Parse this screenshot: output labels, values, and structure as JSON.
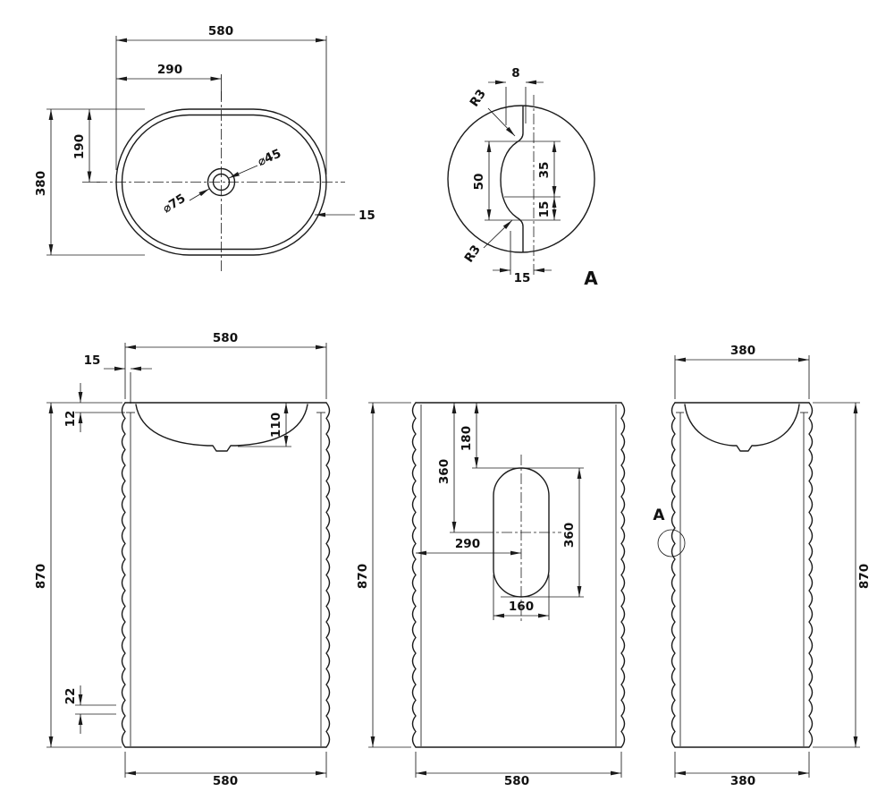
{
  "colors": {
    "ink": "#1b1b1b",
    "background": "#ffffff"
  },
  "top_view": {
    "dim_width": "580",
    "dim_half_width": "290",
    "dim_depth": "380",
    "dim_half_depth": "190",
    "dim_drain_outer": "⌀75",
    "dim_drain_inner": "⌀45",
    "dim_rim_thickness": "15"
  },
  "detail_view": {
    "dim_flute_depth": "8",
    "dim_radius_top": "R3",
    "dim_radius_bottom": "R3",
    "dim_flute_span": "50",
    "dim_upper": "35",
    "dim_lower": "15",
    "dim_edge_offset": "15",
    "label": "A"
  },
  "front_view": {
    "dim_width_top": "580",
    "dim_rim_inset": "15",
    "dim_rim_height": "12",
    "dim_bowl_depth": "110",
    "dim_height": "870",
    "dim_base_height": "22",
    "dim_width_bottom": "580"
  },
  "back_view": {
    "dim_height": "870",
    "dim_cutout_top": "180",
    "dim_center_from_top": "360",
    "dim_cutout_height": "360",
    "dim_center_from_left": "290",
    "dim_cutout_width": "160",
    "dim_width_bottom": "580"
  },
  "side_view": {
    "dim_width_top": "380",
    "detail_label": "A",
    "dim_height": "870",
    "dim_width_bottom": "380"
  }
}
